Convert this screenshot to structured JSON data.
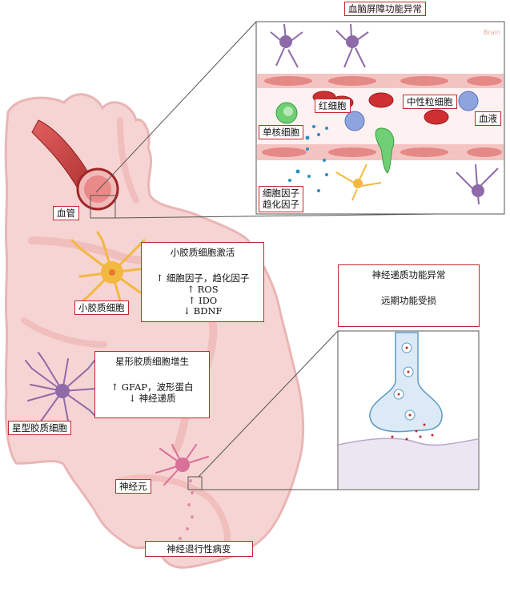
{
  "bbb_title": "血脑屏障功能异常",
  "brand": "Brain",
  "inset_labels": {
    "rbc": "红细胞",
    "neutrophil": "中性粒细胞",
    "monocyte": "单核细胞",
    "blood": "血液",
    "cytokines_line1": "细胞因子",
    "cytokines_line2": "趋化因子"
  },
  "brain_labels": {
    "vessel": "血管",
    "microglia": "小胶质细胞",
    "astrocyte": "星型胶质细胞",
    "neuron": "神经元",
    "neurodegeneration": "神经退行性病变"
  },
  "microglia_panel": {
    "title": "小胶质细胞激活",
    "lines": [
      "↑ 细胞因子，趋化因子",
      "↑ ROS",
      "↑ IDO",
      "↓ BDNF"
    ]
  },
  "astrocyte_panel": {
    "title": "星形胶质细胞增生",
    "lines": [
      "↑ GFAP，波形蛋白",
      "↓ 神经递质"
    ]
  },
  "neuro_panel": {
    "title": "神经递质功能异常",
    "subtitle": "远期功能受损"
  },
  "colors": {
    "label_border": "#c0292b",
    "brain_fill": "#f6d4d3",
    "brain_edge": "#e9b6b4",
    "microglia": "#f2b840",
    "astrocyte": "#8f6aa8",
    "neuron": "#d8709a"
  }
}
